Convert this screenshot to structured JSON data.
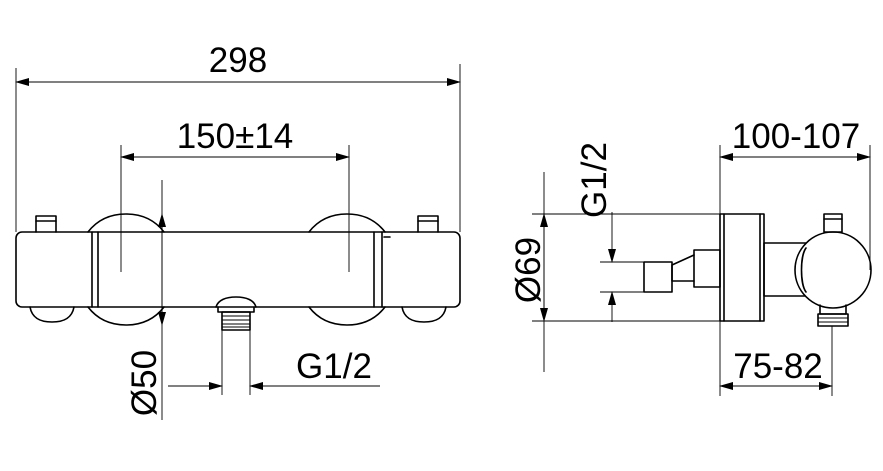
{
  "dimensions": {
    "overall_width": "298",
    "connection_spacing": "150±14",
    "body_diameter": "Ø50",
    "outlet_thread": "G1/2",
    "inlet_thread": "G1/2",
    "rosette_diameter": "Ø69",
    "wall_depth_max": "100-107",
    "wall_depth_min": "75-82"
  }
}
